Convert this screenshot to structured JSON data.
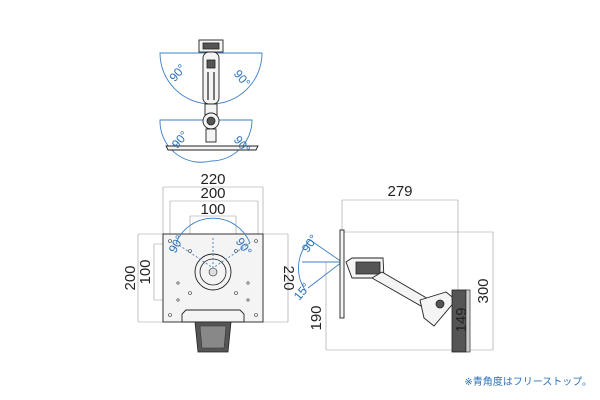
{
  "top_view": {
    "angle_upper_left": "90°",
    "angle_upper_right": "90°",
    "angle_lower_left": "90°",
    "angle_lower_right": "90°"
  },
  "front_view": {
    "dim_width_outer": "220",
    "dim_width_mid": "200",
    "dim_width_inner": "100",
    "dim_height_outer_left": "200",
    "dim_height_inner_left": "100",
    "dim_height_right": "220",
    "angle_left": "90°",
    "angle_right": "90°"
  },
  "side_view": {
    "dim_depth": "279",
    "dim_height": "300",
    "dim_lower": "190",
    "dim_bracket": "149",
    "angle_up": "90°",
    "angle_down": "15°"
  },
  "note": "※青角度はフリーストップ。",
  "colors": {
    "accent_blue": "#2a70b8",
    "line": "#222222"
  }
}
